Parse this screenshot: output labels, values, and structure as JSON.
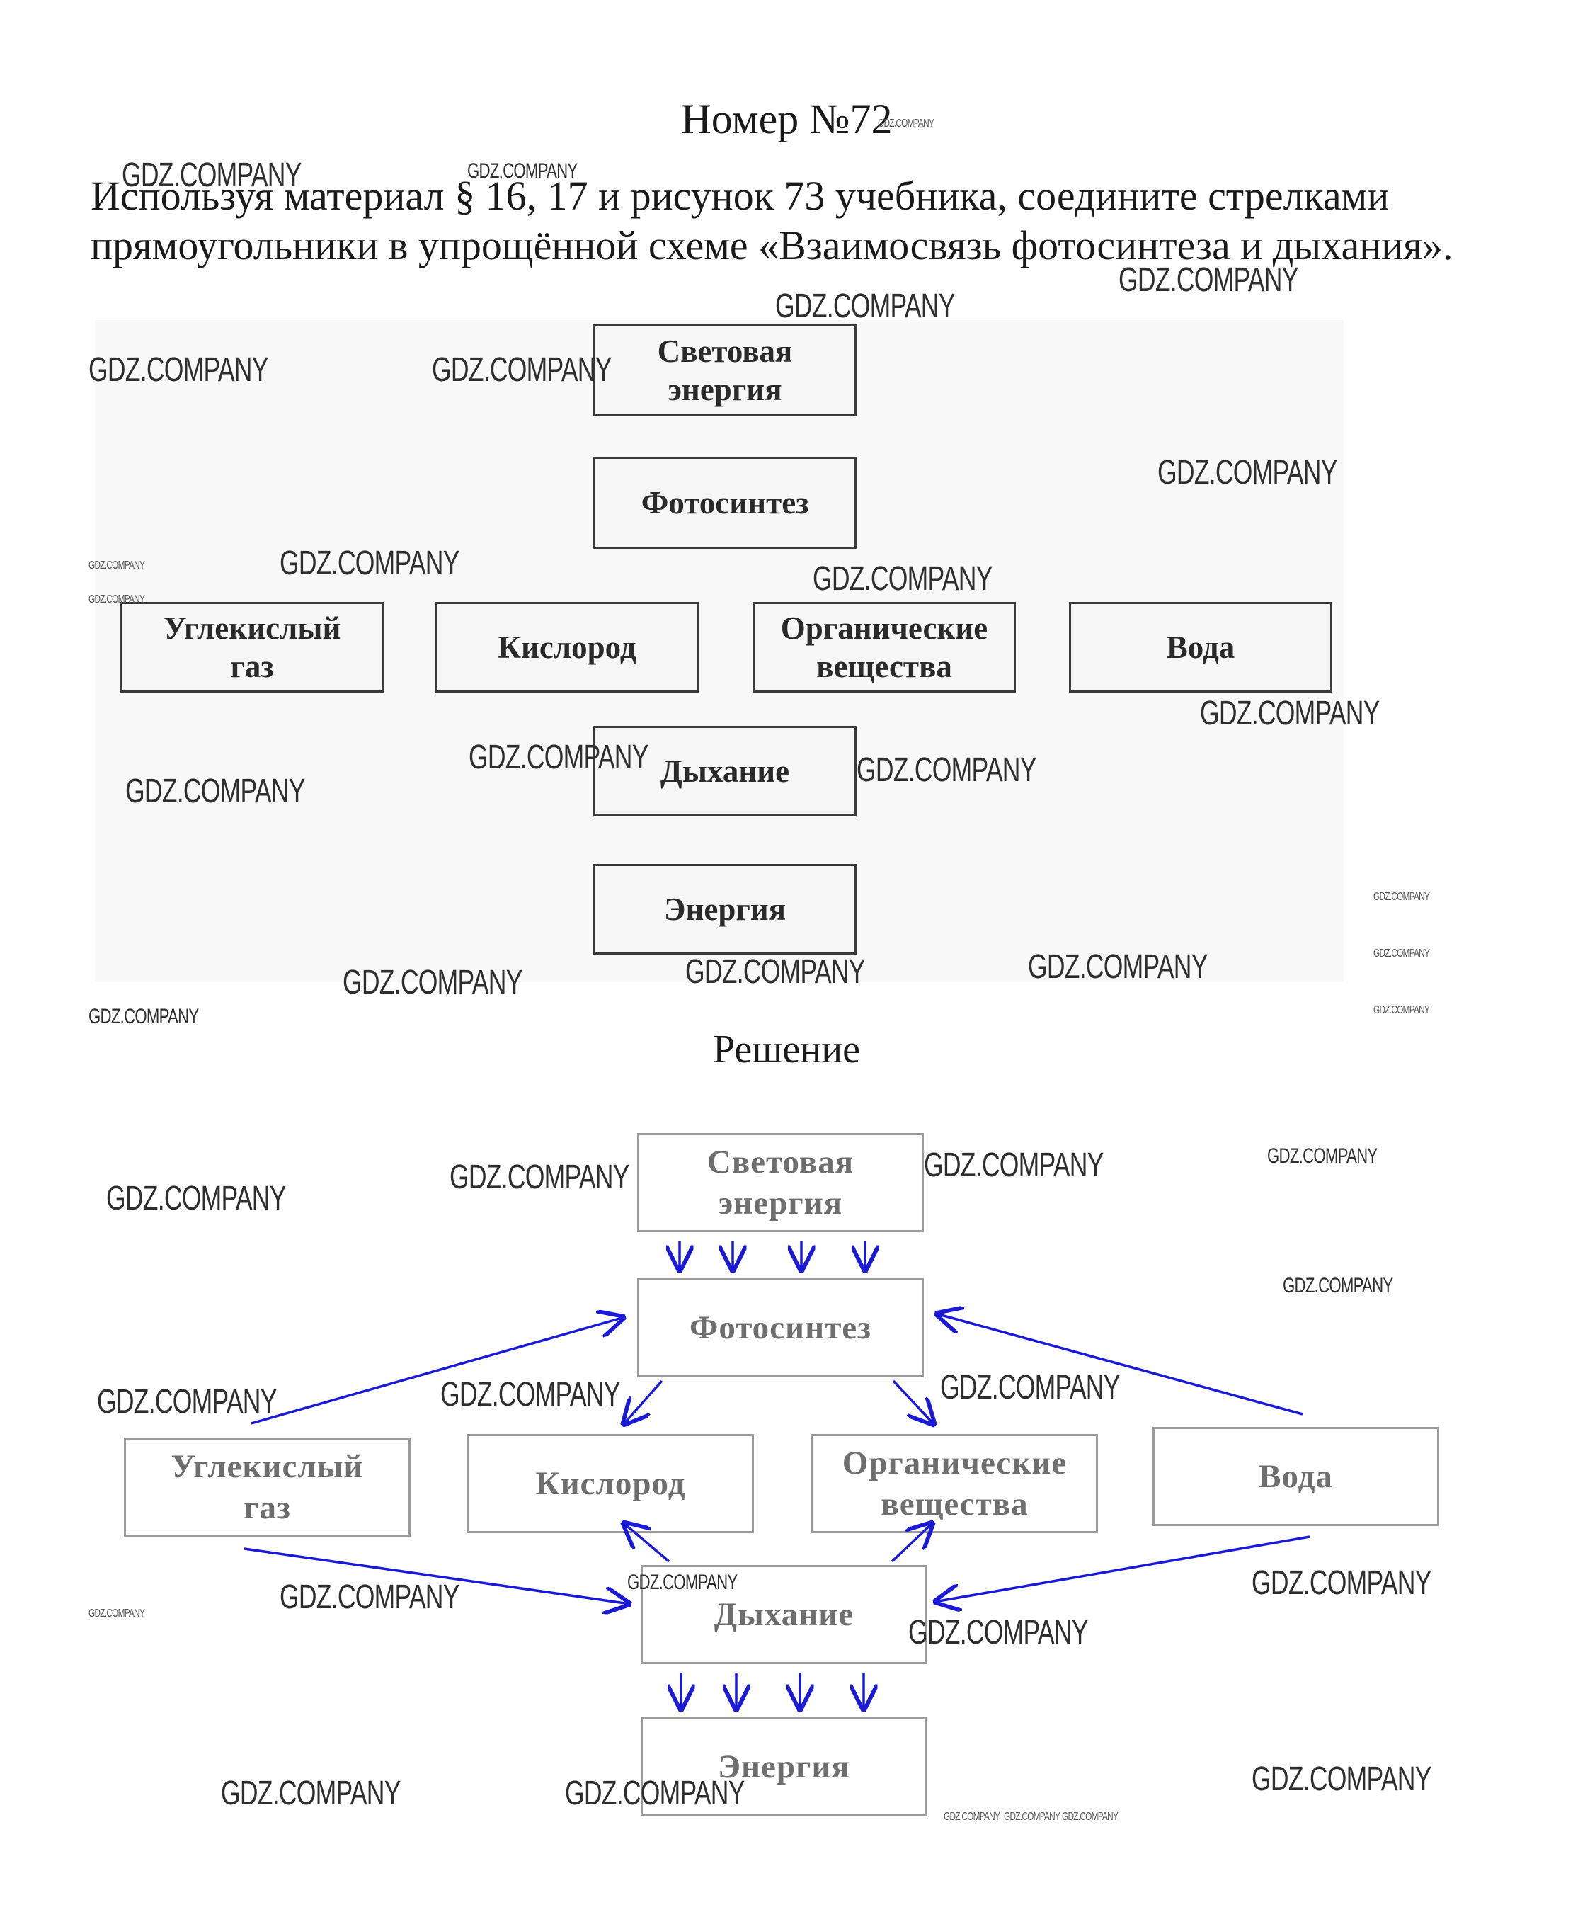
{
  "header": {
    "title": "Номер №72",
    "task": "Используя материал § 16, 17 и рисунок 73 учебника, соедините стрелками прямоугольники в упрощённой схеме «Взаимосвязь фотосинтеза и дыхания»."
  },
  "task_scheme": {
    "nodes": {
      "light": "Световая\nэнергия",
      "photosynthesis": "Фотосинтез",
      "co2": "Углекислый\nгаз",
      "oxygen": "Кислород",
      "organic": "Органические\nвещества",
      "water": "Вода",
      "respiration": "Дыхание",
      "energy": "Энергия"
    }
  },
  "solution": {
    "title": "Решение",
    "nodes": {
      "light": "Световая\nэнергия",
      "photosynthesis": "Фотосинтез",
      "co2": "Углекислый\nгаз",
      "oxygen": "Кислород",
      "organic": "Органические\nвещества",
      "water": "Вода",
      "respiration": "Дыхание",
      "energy": "Энергия"
    },
    "edges": [
      {
        "from": "light",
        "to": "photosynthesis"
      },
      {
        "from": "co2",
        "to": "photosynthesis"
      },
      {
        "from": "water",
        "to": "photosynthesis"
      },
      {
        "from": "photosynthesis",
        "to": "oxygen"
      },
      {
        "from": "photosynthesis",
        "to": "organic"
      },
      {
        "from": "co2",
        "to": "respiration"
      },
      {
        "from": "water",
        "to": "respiration"
      },
      {
        "from": "respiration",
        "to": "oxygen"
      },
      {
        "from": "respiration",
        "to": "organic"
      },
      {
        "from": "respiration",
        "to": "energy"
      }
    ],
    "arrow_color": "#1a1ad6"
  },
  "watermark": "GDZ.COMPANY"
}
